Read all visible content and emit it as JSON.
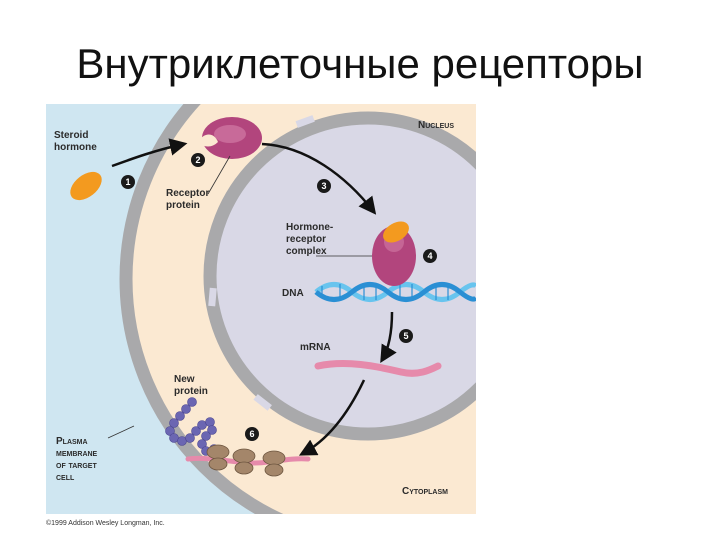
{
  "title": "Внутриклеточные рецепторы",
  "diagram": {
    "labels": {
      "steroid_hormone_1": "Steroid",
      "steroid_hormone_2": "hormone",
      "receptor_protein_1": "Receptor",
      "receptor_protein_2": "protein",
      "nucleus": "Nucleus",
      "hormone_receptor_1": "Hormone-",
      "hormone_receptor_2": "receptor",
      "hormone_receptor_3": "complex",
      "dna": "DNA",
      "mrna": "mRNA",
      "new_protein_1": "New",
      "new_protein_2": "protein",
      "plasma_1": "Plasma",
      "plasma_2": "membrane",
      "plasma_3": "of target",
      "plasma_4": "cell",
      "cytoplasm": "Cytoplasm"
    },
    "steps": [
      "1",
      "2",
      "3",
      "4",
      "5",
      "6"
    ],
    "colors": {
      "extracellular": "#cfe6f1",
      "cytoplasm": "#fbe9d2",
      "nucleus": "#d9d8e6",
      "membrane": "#a9a9ab",
      "hormone": "#f39a1f",
      "receptor": "#b2457d",
      "dna_a": "#2a8fd4",
      "dna_b": "#68c4ee",
      "mrna": "#e68aab",
      "protein_bead": "#6b66b2",
      "ribosome": "#a4866a"
    }
  },
  "copyright": "©1999 Addison Wesley Longman, Inc."
}
